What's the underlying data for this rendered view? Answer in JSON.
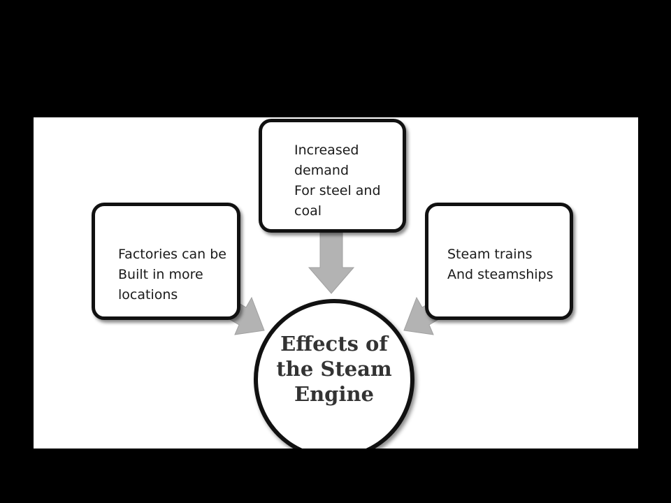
{
  "diagram": {
    "center": {
      "lines": [
        "Effects of",
        "the Steam",
        "Engine"
      ]
    },
    "nodes": {
      "top": {
        "lines": [
          "Increased",
          "demand",
          "For steel and",
          "coal"
        ]
      },
      "left": {
        "lines": [
          "Factories can be",
          "Built in more",
          "locations"
        ]
      },
      "right": {
        "lines": [
          "Steam trains",
          "And steamships"
        ]
      }
    },
    "colors": {
      "background": "#000000",
      "panel": "#ffffff",
      "box_border": "#111111",
      "arrow": "#b3b3b3",
      "hub_text": "#333333"
    }
  }
}
